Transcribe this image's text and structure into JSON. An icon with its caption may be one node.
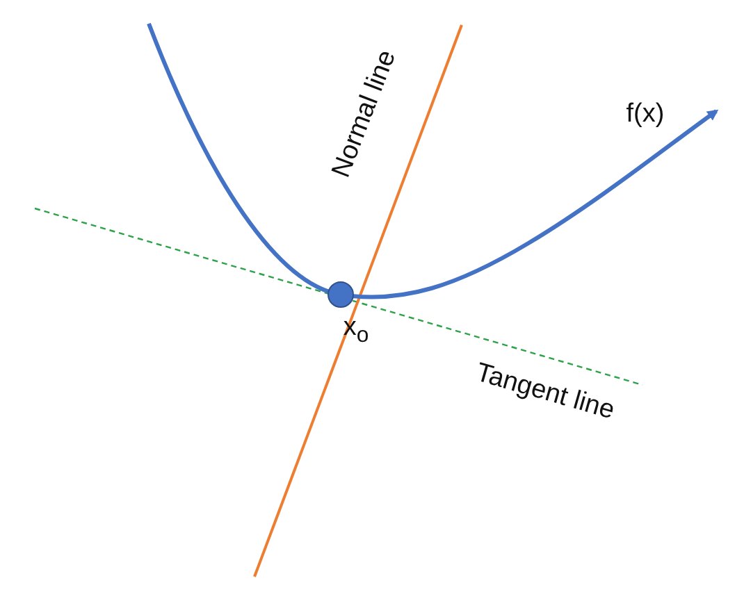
{
  "diagram": {
    "labels": [
      "Normal line",
      "f(x)",
      "x$_{o}$",
      "Tangent line"
    ]
  }
}
